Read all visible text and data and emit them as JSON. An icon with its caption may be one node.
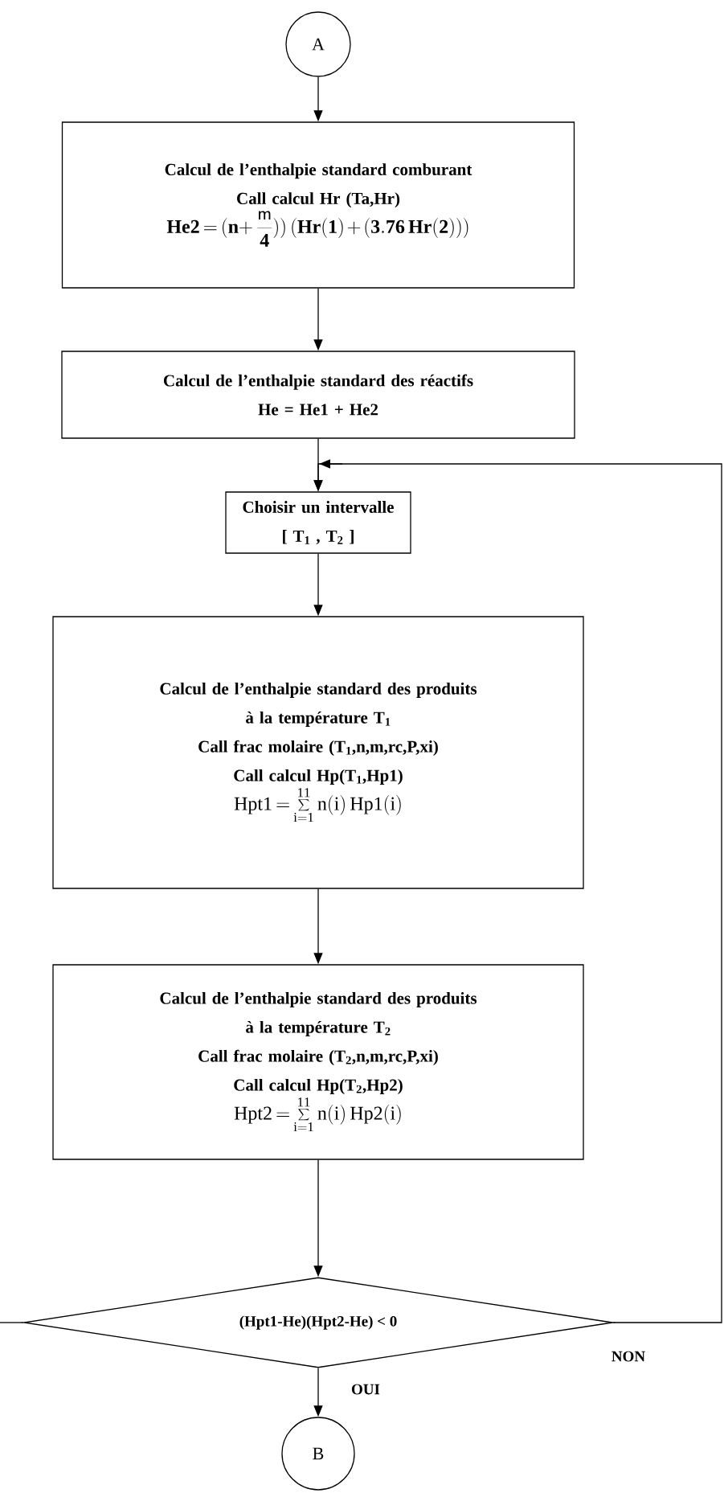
{
  "diagram": {
    "nodes": [
      {
        "text": [
          "A"
        ]
      },
      {
        "text": [
          "Calcul de l’enthalpie standard comburant",
          "Call calcul Hr (Ta,Hr)",
          "\\mathbf{He2}=\\mathbf{(n+}\\,\\frac{\\mathsf{m}}{\\mathbf{4}}\\mathbf{))\\;(Hr(1)+(3.76\\;Hr(2)))}"
        ]
      },
      {
        "text": [
          "Calcul de l’enthalpie standard des réactifs",
          "He = He1 + He2"
        ]
      },
      {
        "text": [
          "Choisir un intervalle",
          "[ T$_{1}$ , T$_{2}$ ]"
        ]
      },
      {
        "text": [
          "Calcul de l’enthalpie standard des produits",
          "à la température T$_{1}$",
          "Call frac molaire (T$_{1}$,n,m,rc,P,xi)",
          "Call calcul Hp(T$_{1}$,Hp1)",
          "\\mathrm{Hpt1}=\\sum_{\\mathrm{i=1}}^{\\mathrm{11}}\\mathrm{n(i)\\,Hp1(i)}"
        ]
      },
      {
        "text": [
          "Calcul de l’enthalpie standard des produits",
          "à la température T$_{2}$",
          "Call frac molaire (T$_{2}$,n,m,rc,P,xi)",
          "Call calcul Hp(T$_{2}$,Hp2)",
          "\\mathrm{Hpt2}=\\sum_{\\mathrm{i=1}}^{\\mathrm{11}}\\mathrm{n(i)\\,Hp2(i)}"
        ]
      },
      {
        "text": [
          "(Hpt1-He)(Hpt2-He) < 0"
        ]
      },
      {
        "text": [
          "B"
        ]
      }
    ],
    "edges": [
      {
        "from": 0,
        "to": 1,
        "arrow": "to"
      },
      {
        "from": 1,
        "to": 2,
        "arrow": "to"
      },
      {
        "from": 2,
        "to": 3,
        "arrow": "to"
      },
      {
        "from": 3,
        "to": 4,
        "arrow": "to"
      },
      {
        "from": 4,
        "to": 5,
        "arrow": "to"
      },
      {
        "from": 5,
        "to": 6,
        "arrow": "to"
      },
      {
        "from": 6,
        "to": 7,
        "label": "OUI",
        "arrow": "to"
      },
      {
        "from": 6,
        "to": 3,
        "label": "NON",
        "arrow": "to"
      }
    ]
  }
}
